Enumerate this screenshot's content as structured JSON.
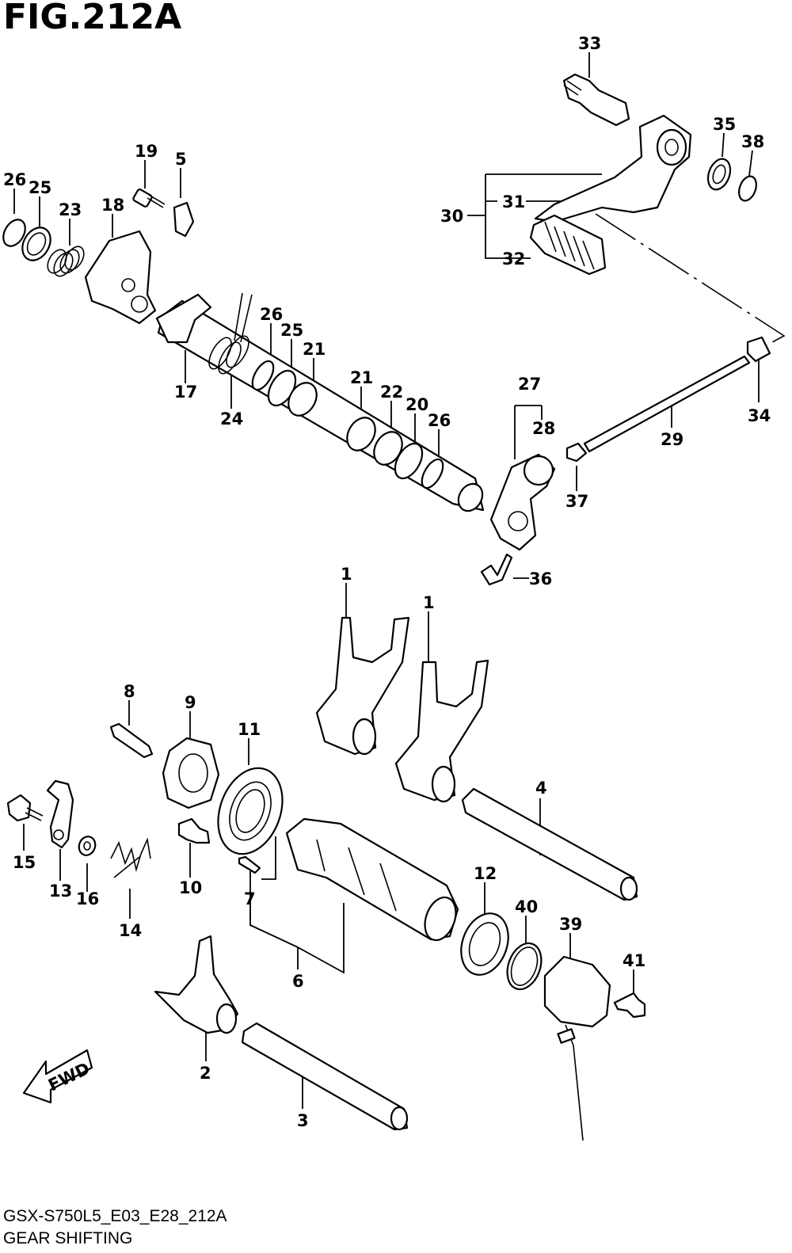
{
  "figure": {
    "title": "FIG.212A",
    "code": "GSX-S750L5_E03_E28_212A",
    "name": "GEAR SHIFTING",
    "direction_badge": "FWD"
  },
  "callouts": [
    "1",
    "1",
    "2",
    "3",
    "4",
    "5",
    "6",
    "7",
    "8",
    "9",
    "10",
    "11",
    "12",
    "13",
    "14",
    "15",
    "16",
    "17",
    "18",
    "19",
    "20",
    "21",
    "21",
    "22",
    "23",
    "24",
    "25",
    "25",
    "26",
    "26",
    "26",
    "27",
    "28",
    "29",
    "30",
    "31",
    "32",
    "33",
    "34",
    "35",
    "36",
    "37",
    "38",
    "39",
    "40",
    "41"
  ]
}
